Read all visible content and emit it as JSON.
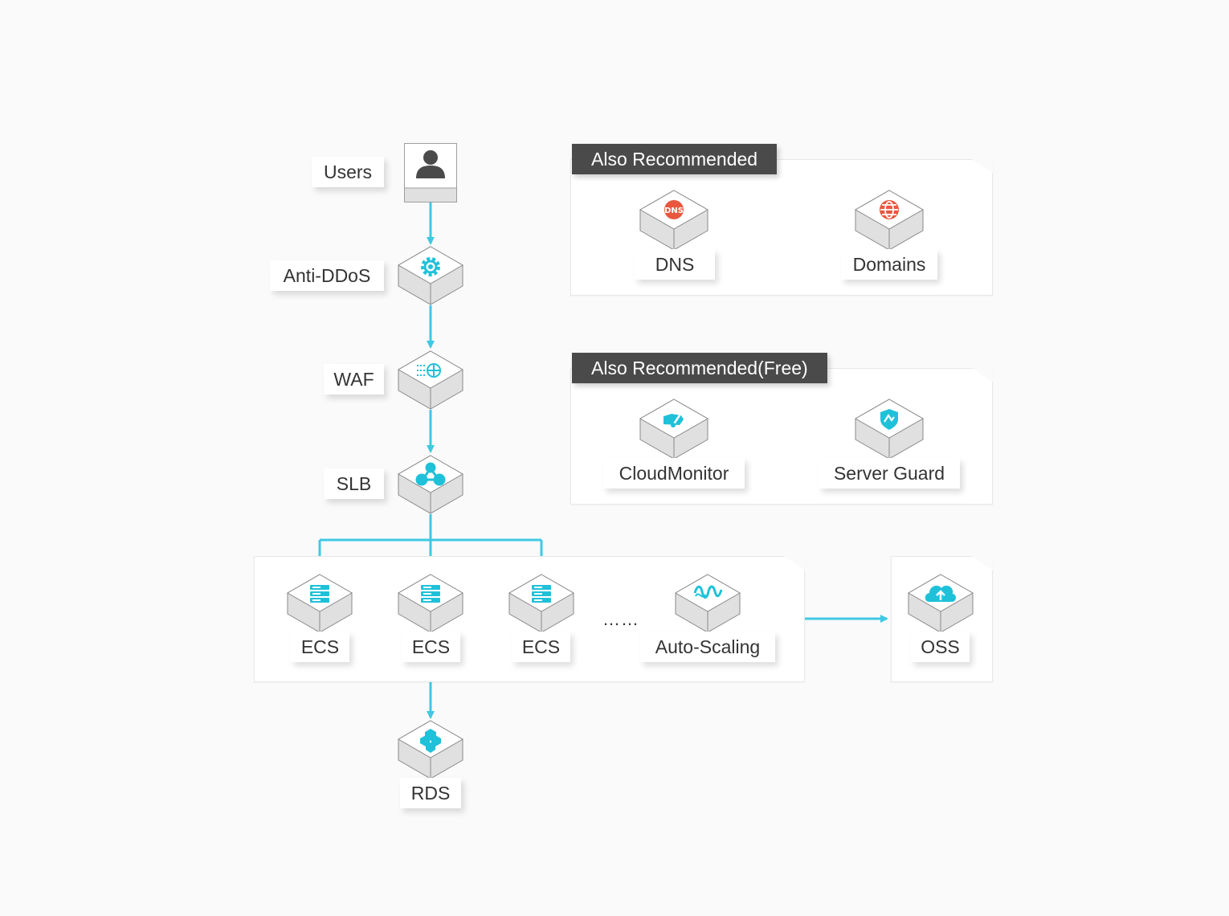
{
  "colors": {
    "accent": "#3fc8e4",
    "icon_teal": "#1fc1d9",
    "icon_red": "#e9573f",
    "header_bg": "#4a4a4a",
    "panel_bg": "#ffffff",
    "label_text": "#333333"
  },
  "nodes": {
    "users": {
      "label": "Users",
      "icon": "user-icon"
    },
    "anti_ddos": {
      "label": "Anti-DDoS",
      "icon": "gear-icon"
    },
    "waf": {
      "label": "WAF",
      "icon": "firewall-icon"
    },
    "slb": {
      "label": "SLB",
      "icon": "load-balancer-icon"
    },
    "ecs_1": {
      "label": "ECS",
      "icon": "server-icon"
    },
    "ecs_2": {
      "label": "ECS",
      "icon": "server-icon"
    },
    "ecs_3": {
      "label": "ECS",
      "icon": "server-icon"
    },
    "ellipsis": "……",
    "auto_scaling": {
      "label": "Auto-Scaling",
      "icon": "scaling-wave-icon"
    },
    "oss": {
      "label": "OSS",
      "icon": "cloud-upload-icon"
    },
    "rds": {
      "label": "RDS",
      "icon": "database-icon"
    }
  },
  "recommended": {
    "title": "Also Recommended",
    "dns": {
      "label": "DNS",
      "icon": "dns-icon"
    },
    "domains": {
      "label": "Domains",
      "icon": "globe-icon"
    }
  },
  "recommended_free": {
    "title": "Also Recommended(Free)",
    "cloudmonitor": {
      "label": "CloudMonitor",
      "icon": "speedometer-icon"
    },
    "server_guard": {
      "label": "Server Guard",
      "icon": "shield-icon"
    }
  }
}
